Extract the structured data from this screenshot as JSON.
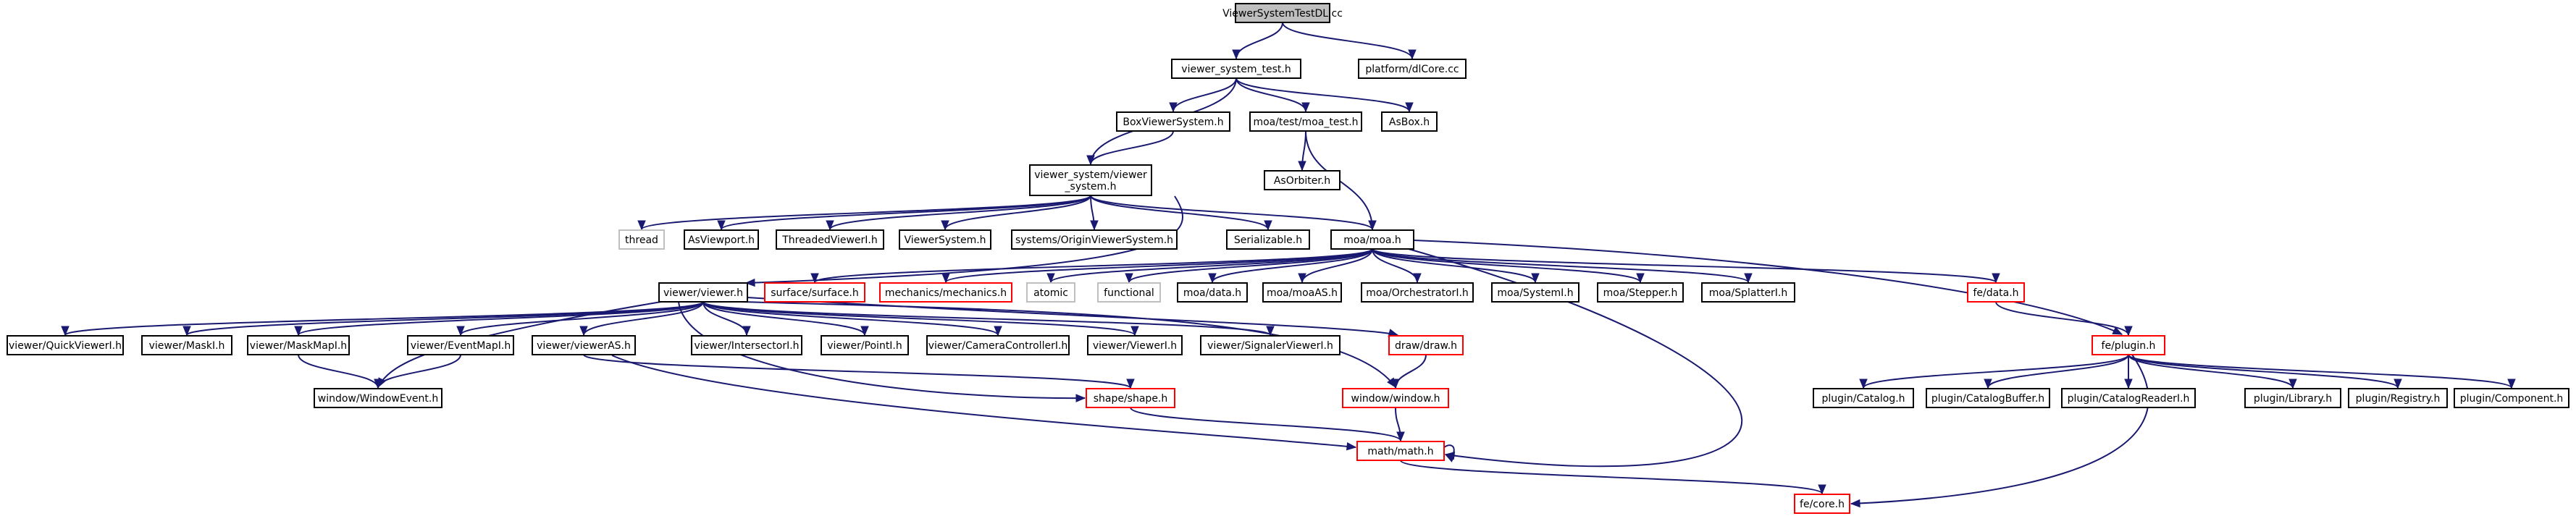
{
  "graph": {
    "title": "ViewerSystemTestDL.cc",
    "colors": {
      "edge": "#191970",
      "box": "#000000",
      "missing": "#ff0000",
      "system": "#bfbfbf",
      "root_fill": "#bfbfbf"
    },
    "nodes": [
      {
        "id": "root",
        "lines": [
          "ViewerSystemTestDL.cc"
        ],
        "kind": "root"
      },
      {
        "id": "vst",
        "lines": [
          "viewer_system_test.h"
        ],
        "kind": "normal"
      },
      {
        "id": "dlcore",
        "lines": [
          "platform/dlCore.cc"
        ],
        "kind": "normal"
      },
      {
        "id": "bvs",
        "lines": [
          "BoxViewerSystem.h"
        ],
        "kind": "normal"
      },
      {
        "id": "moatest",
        "lines": [
          "moa/test/moa_test.h"
        ],
        "kind": "normal"
      },
      {
        "id": "asbox",
        "lines": [
          "AsBox.h"
        ],
        "kind": "normal"
      },
      {
        "id": "vsv",
        "lines": [
          "viewer_system/viewer",
          "_system.h"
        ],
        "kind": "normal"
      },
      {
        "id": "asorbiter",
        "lines": [
          "AsOrbiter.h"
        ],
        "kind": "normal"
      },
      {
        "id": "thread",
        "lines": [
          "thread"
        ],
        "kind": "system"
      },
      {
        "id": "asviewport",
        "lines": [
          "AsViewport.h"
        ],
        "kind": "normal"
      },
      {
        "id": "threadedviewer",
        "lines": [
          "ThreadedViewerI.h"
        ],
        "kind": "normal"
      },
      {
        "id": "viewersystem",
        "lines": [
          "ViewerSystem.h"
        ],
        "kind": "normal"
      },
      {
        "id": "originvs",
        "lines": [
          "systems/OriginViewerSystem.h"
        ],
        "kind": "normal"
      },
      {
        "id": "serializable",
        "lines": [
          "Serializable.h"
        ],
        "kind": "normal"
      },
      {
        "id": "moa",
        "lines": [
          "moa/moa.h"
        ],
        "kind": "normal"
      },
      {
        "id": "viewer",
        "lines": [
          "viewer/viewer.h"
        ],
        "kind": "normal"
      },
      {
        "id": "surface",
        "lines": [
          "surface/surface.h"
        ],
        "kind": "missing"
      },
      {
        "id": "mechanics",
        "lines": [
          "mechanics/mechanics.h"
        ],
        "kind": "missing"
      },
      {
        "id": "atomic",
        "lines": [
          "atomic"
        ],
        "kind": "system"
      },
      {
        "id": "functional",
        "lines": [
          "functional"
        ],
        "kind": "system"
      },
      {
        "id": "moadata",
        "lines": [
          "moa/data.h"
        ],
        "kind": "normal"
      },
      {
        "id": "moamoaas",
        "lines": [
          "moa/moaAS.h"
        ],
        "kind": "normal"
      },
      {
        "id": "moaorch",
        "lines": [
          "moa/OrchestratorI.h"
        ],
        "kind": "normal"
      },
      {
        "id": "moasystem",
        "lines": [
          "moa/SystemI.h"
        ],
        "kind": "normal"
      },
      {
        "id": "moastepper",
        "lines": [
          "moa/Stepper.h"
        ],
        "kind": "normal"
      },
      {
        "id": "moasplatter",
        "lines": [
          "moa/SplatterI.h"
        ],
        "kind": "normal"
      },
      {
        "id": "fedata",
        "lines": [
          "fe/data.h"
        ],
        "kind": "missing"
      },
      {
        "id": "quickviewer",
        "lines": [
          "viewer/QuickViewerI.h"
        ],
        "kind": "normal"
      },
      {
        "id": "maski",
        "lines": [
          "viewer/MaskI.h"
        ],
        "kind": "normal"
      },
      {
        "id": "maskmapi",
        "lines": [
          "viewer/MaskMapI.h"
        ],
        "kind": "normal"
      },
      {
        "id": "eventmapi",
        "lines": [
          "viewer/EventMapI.h"
        ],
        "kind": "normal"
      },
      {
        "id": "vieweras",
        "lines": [
          "viewer/viewerAS.h"
        ],
        "kind": "normal"
      },
      {
        "id": "intersector",
        "lines": [
          "viewer/IntersectorI.h"
        ],
        "kind": "normal"
      },
      {
        "id": "pointi",
        "lines": [
          "viewer/PointI.h"
        ],
        "kind": "normal"
      },
      {
        "id": "camctrl",
        "lines": [
          "viewer/CameraControllerI.h"
        ],
        "kind": "normal"
      },
      {
        "id": "vieweri",
        "lines": [
          "viewer/ViewerI.h"
        ],
        "kind": "normal"
      },
      {
        "id": "signaler",
        "lines": [
          "viewer/SignalerViewerI.h"
        ],
        "kind": "normal"
      },
      {
        "id": "draw",
        "lines": [
          "draw/draw.h"
        ],
        "kind": "missing"
      },
      {
        "id": "feplugin",
        "lines": [
          "fe/plugin.h"
        ],
        "kind": "missing"
      },
      {
        "id": "windowevent",
        "lines": [
          "window/WindowEvent.h"
        ],
        "kind": "normal"
      },
      {
        "id": "shape",
        "lines": [
          "shape/shape.h"
        ],
        "kind": "missing"
      },
      {
        "id": "window",
        "lines": [
          "window/window.h"
        ],
        "kind": "missing"
      },
      {
        "id": "catalog",
        "lines": [
          "plugin/Catalog.h"
        ],
        "kind": "normal"
      },
      {
        "id": "catbuffer",
        "lines": [
          "plugin/CatalogBuffer.h"
        ],
        "kind": "normal"
      },
      {
        "id": "catreader",
        "lines": [
          "plugin/CatalogReaderI.h"
        ],
        "kind": "normal"
      },
      {
        "id": "library",
        "lines": [
          "plugin/Library.h"
        ],
        "kind": "normal"
      },
      {
        "id": "registry",
        "lines": [
          "plugin/Registry.h"
        ],
        "kind": "normal"
      },
      {
        "id": "component",
        "lines": [
          "plugin/Component.h"
        ],
        "kind": "normal"
      },
      {
        "id": "math",
        "lines": [
          "math/math.h"
        ],
        "kind": "missing"
      },
      {
        "id": "fecore",
        "lines": [
          "fe/core.h"
        ],
        "kind": "missing"
      }
    ],
    "edges": [
      [
        "root",
        "vst"
      ],
      [
        "root",
        "dlcore"
      ],
      [
        "vst",
        "bvs"
      ],
      [
        "vst",
        "moatest"
      ],
      [
        "vst",
        "asbox"
      ],
      [
        "vst",
        "vsv"
      ],
      [
        "bvs",
        "vsv"
      ],
      [
        "moatest",
        "asorbiter"
      ],
      [
        "moatest",
        "moa"
      ],
      [
        "vsv",
        "thread"
      ],
      [
        "vsv",
        "asviewport"
      ],
      [
        "vsv",
        "threadedviewer"
      ],
      [
        "vsv",
        "viewersystem"
      ],
      [
        "vsv",
        "originvs"
      ],
      [
        "vsv",
        "serializable"
      ],
      [
        "vsv",
        "moa"
      ],
      [
        "vsv",
        "viewer"
      ],
      [
        "moa",
        "surface"
      ],
      [
        "moa",
        "mechanics"
      ],
      [
        "moa",
        "atomic"
      ],
      [
        "moa",
        "functional"
      ],
      [
        "moa",
        "moadata"
      ],
      [
        "moa",
        "moamoaas"
      ],
      [
        "moa",
        "moaorch"
      ],
      [
        "moa",
        "moasystem"
      ],
      [
        "moa",
        "moastepper"
      ],
      [
        "moa",
        "moasplatter"
      ],
      [
        "moa",
        "fedata"
      ],
      [
        "moa",
        "feplugin"
      ],
      [
        "moa",
        "math"
      ],
      [
        "fedata",
        "feplugin"
      ],
      [
        "viewer",
        "quickviewer"
      ],
      [
        "viewer",
        "maski"
      ],
      [
        "viewer",
        "maskmapi"
      ],
      [
        "viewer",
        "eventmapi"
      ],
      [
        "viewer",
        "vieweras"
      ],
      [
        "viewer",
        "intersector"
      ],
      [
        "viewer",
        "pointi"
      ],
      [
        "viewer",
        "camctrl"
      ],
      [
        "viewer",
        "vieweri"
      ],
      [
        "viewer",
        "signaler"
      ],
      [
        "viewer",
        "draw"
      ],
      [
        "viewer",
        "windowevent"
      ],
      [
        "viewer",
        "shape"
      ],
      [
        "viewer",
        "window"
      ],
      [
        "maskmapi",
        "windowevent"
      ],
      [
        "eventmapi",
        "windowevent"
      ],
      [
        "vieweras",
        "shape"
      ],
      [
        "vieweras",
        "math"
      ],
      [
        "draw",
        "window"
      ],
      [
        "shape",
        "math"
      ],
      [
        "window",
        "math"
      ],
      [
        "math",
        "math"
      ],
      [
        "math",
        "fecore"
      ],
      [
        "feplugin",
        "catalog"
      ],
      [
        "feplugin",
        "catbuffer"
      ],
      [
        "feplugin",
        "catreader"
      ],
      [
        "feplugin",
        "library"
      ],
      [
        "feplugin",
        "registry"
      ],
      [
        "feplugin",
        "component"
      ],
      [
        "feplugin",
        "fecore"
      ]
    ]
  }
}
